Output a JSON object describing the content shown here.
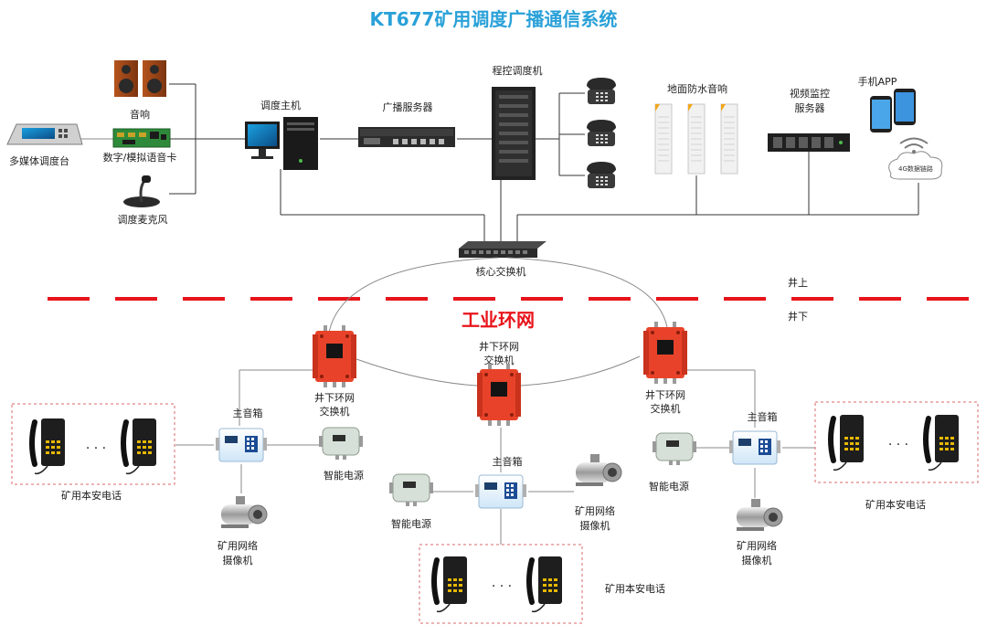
{
  "title": "KT677矿用调度广播通信系统",
  "colors": {
    "title": "#2aa1d8",
    "divider": "#e8141b",
    "ring_title": "#e8141b",
    "enclosure": "#e8432a"
  },
  "surface": {
    "multimedia_console": "多媒体调度台",
    "speaker": "音响",
    "voice_card": "数字/模拟语音卡",
    "microphone": "调度麦克风",
    "dispatch_host": "调度主机",
    "broadcast_server": "广播服务器",
    "pbx": "程控调度机",
    "waterproof_speakers": "地面防水音响",
    "video_server_line1": "视频监控",
    "video_server_line2": "服务器",
    "mobile_app": "手机APP",
    "cloud_link": "4G数据链路",
    "core_switch": "核心交换机"
  },
  "divider": {
    "above": "井上",
    "below": "井下"
  },
  "ring_title": "工业环网",
  "underground": {
    "ring_switch_line1": "井下环网",
    "ring_switch_line2": "交换机",
    "main_box": "主音箱",
    "power": "智能电源",
    "camera_line1": "矿用网络",
    "camera_line2": "摄像机",
    "phone_group": "矿用本安电话",
    "ellipsis": "· · ·"
  },
  "icons": [
    "speaker-icon",
    "circuit-board-icon",
    "microphone-icon",
    "console-icon",
    "desktop-computer-icon",
    "rack-server-icon",
    "server-cabinet-icon",
    "telephone-icon",
    "column-speaker-icon",
    "video-server-icon",
    "smartphone-icon",
    "wifi-icon",
    "cloud-icon",
    "network-switch-icon",
    "explosion-proof-enclosure-icon",
    "speaker-box-icon",
    "power-supply-icon",
    "camera-icon",
    "mine-phone-icon"
  ]
}
